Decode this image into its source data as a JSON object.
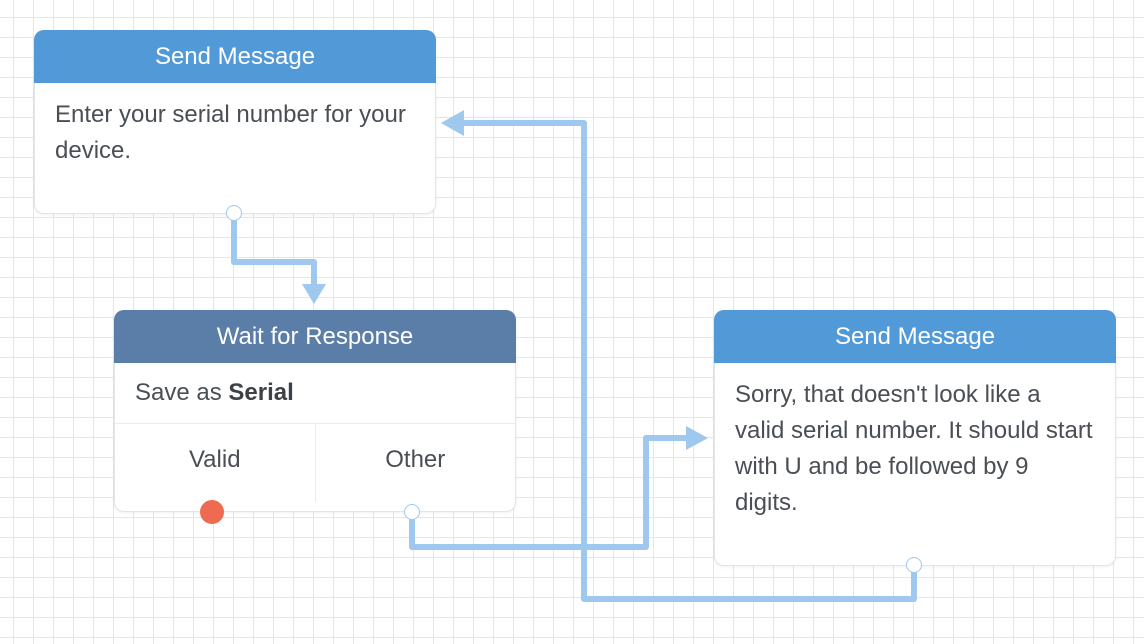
{
  "nodes": {
    "send_serial": {
      "header": "Send Message",
      "message": "Enter your serial number for your device."
    },
    "wait_response": {
      "header": "Wait for Response",
      "save_prefix": "Save as",
      "save_variable": "Serial",
      "branches": [
        "Valid",
        "Other"
      ]
    },
    "send_invalid": {
      "header": "Send Message",
      "message": "Sorry, that doesn't look like a valid serial number. It should start with U and be followed by 9 digits."
    }
  },
  "colors": {
    "send_header": "#5299d8",
    "wait_header": "#5a7ea8",
    "connector": "#9fc8ee",
    "unconnected_port": "#ee6a50"
  }
}
